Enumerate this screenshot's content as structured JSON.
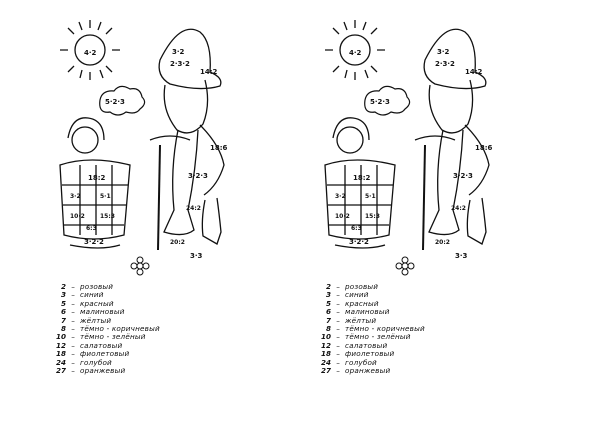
{
  "legend": [
    {
      "number": "2",
      "color": "розовый"
    },
    {
      "number": "3",
      "color": "синий"
    },
    {
      "number": "5",
      "color": "красный"
    },
    {
      "number": "6",
      "color": "малиновый"
    },
    {
      "number": "7",
      "color": "жёлтый"
    },
    {
      "number": "8",
      "color": "тёмно - коричневый"
    },
    {
      "number": "10",
      "color": "тёмно - зелёный"
    },
    {
      "number": "12",
      "color": "салатовый"
    },
    {
      "number": "18",
      "color": "фиолетовый"
    },
    {
      "number": "24",
      "color": "голубой"
    },
    {
      "number": "27",
      "color": "оранжевый"
    }
  ],
  "picture_equations": {
    "sun": "4·2",
    "cloud": "5·2·3",
    "hat_top": "3·2",
    "hat": "2·3·2",
    "beard": "14:2",
    "arm": "18:6",
    "belly": "3·2·3",
    "legs": "24:2",
    "boot": "20:2",
    "ground": "3·3",
    "basket_top": "18:2",
    "basket_1": "3·2",
    "basket_2": "5·1",
    "basket_3": "10·2",
    "basket_4": "15:3",
    "basket_5": "6:3",
    "basket_bottom": "3·2·2"
  }
}
